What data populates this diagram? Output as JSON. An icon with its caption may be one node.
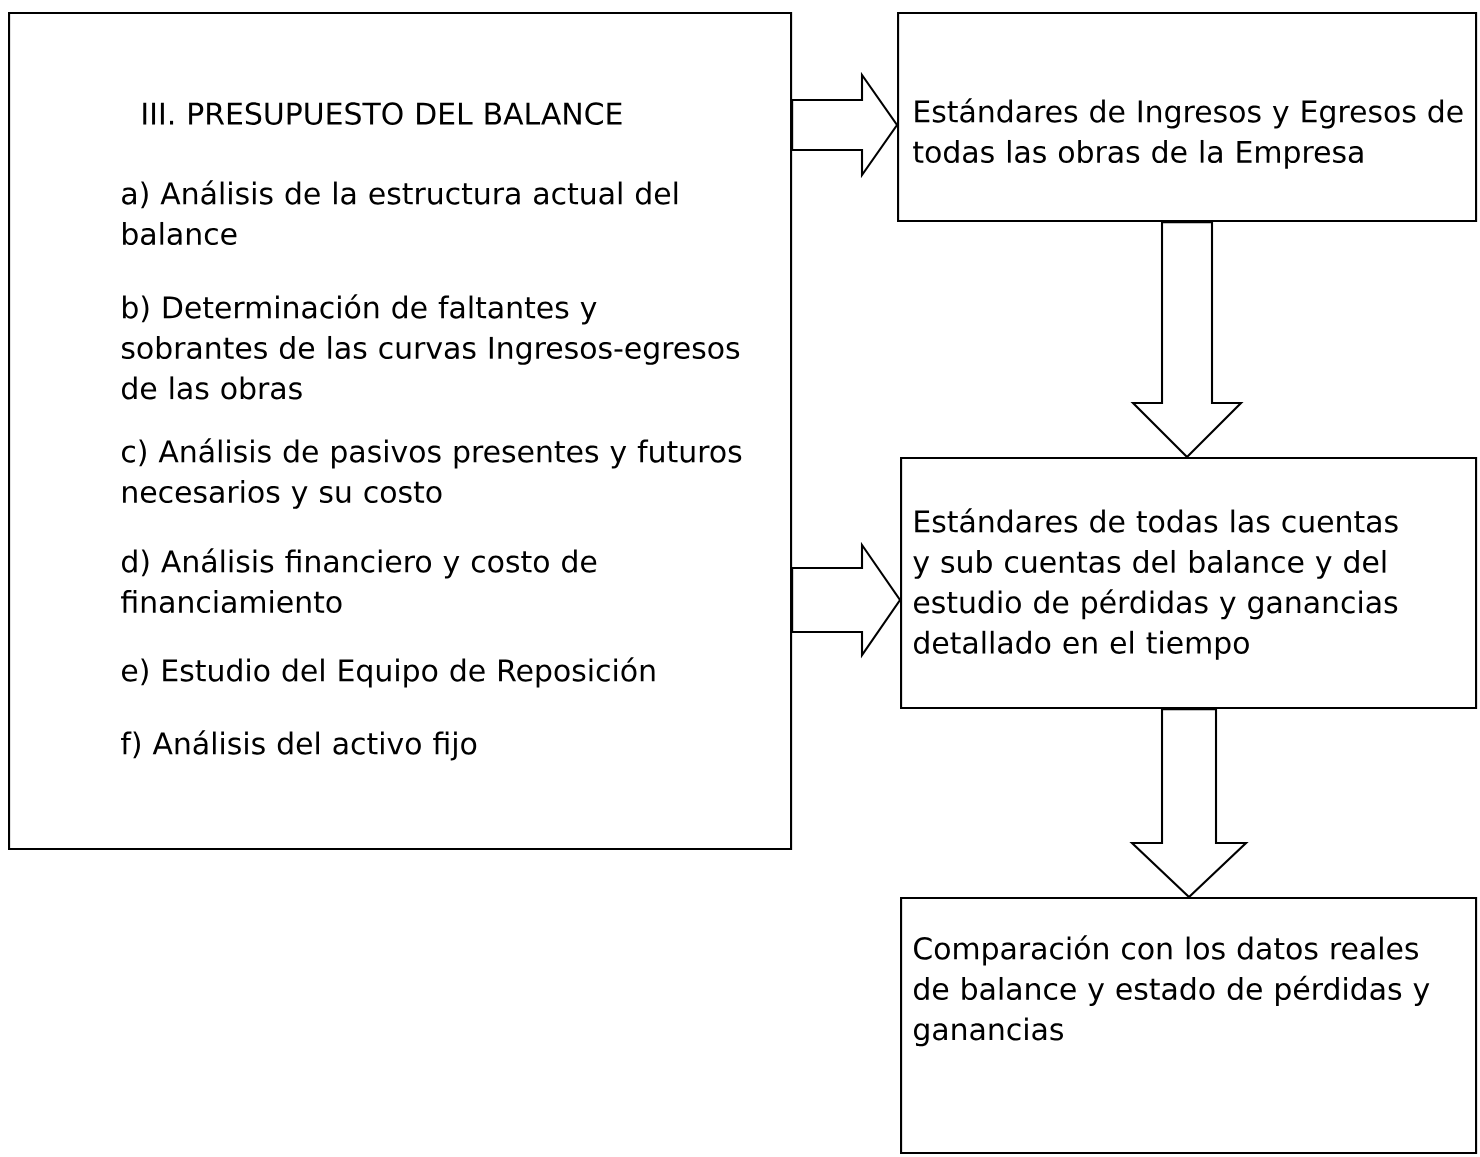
{
  "diagram": {
    "nodes": [
      {
        "text": [
          "III. PRESUPUESTO DEL BALANCE",
          "a) Análisis de la estructura actual del balance",
          "b) Determinación de faltantes y sobrantes de las curvas Ingresos-egresos de las obras",
          "c) Análisis de pasivos presentes y futuros necesarios y su costo",
          "d) Análisis financiero y costo de financiamiento",
          "e) Estudio del Equipo de Reposición",
          "f) Análisis del activo fijo"
        ]
      },
      {
        "text": [
          "Estándares de Ingresos y Egresos de todas las obras de la Empresa"
        ]
      },
      {
        "text": [
          "Estándares de todas las cuentas y sub cuentas del balance y del estudio de pérdidas y ganancias detallado en el tiempo"
        ]
      },
      {
        "text": [
          "Comparación con los datos reales de balance y estado de pérdidas y ganancias"
        ]
      }
    ],
    "edges": [
      {
        "from": 0,
        "to": 1,
        "arrow": "to"
      },
      {
        "from": 0,
        "to": 2,
        "arrow": "to"
      },
      {
        "from": 1,
        "to": 2,
        "arrow": "to"
      },
      {
        "from": 2,
        "to": 3,
        "arrow": "to"
      }
    ]
  }
}
